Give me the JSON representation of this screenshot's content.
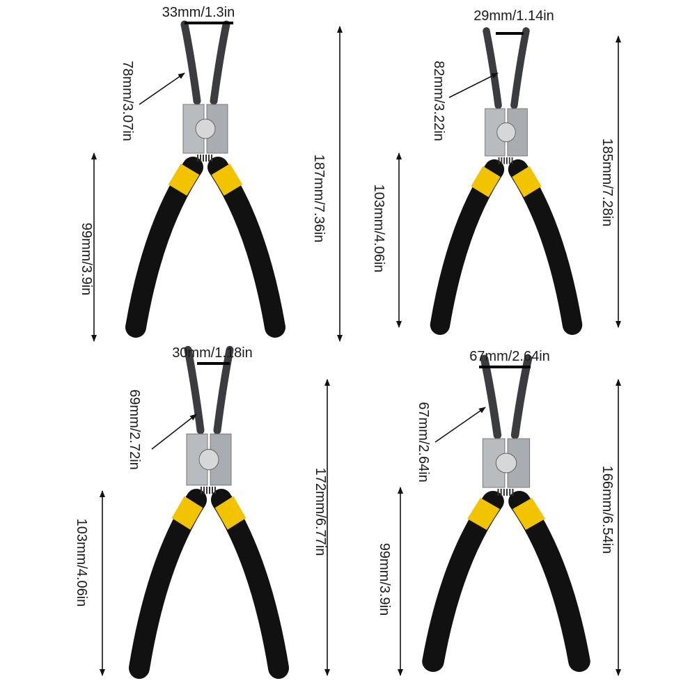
{
  "colors": {
    "handle": "#111111",
    "band": "#f2c400",
    "steel": "#b9bcbf",
    "jaw": "#3a3c3f",
    "text": "#1a1a1a"
  },
  "pliers": [
    {
      "tip_width": "33mm/1.3in",
      "jaw_length": "78mm/3.07in",
      "total_length": "187mm/7.36in",
      "handle_length": "99mm/3.9in",
      "tip_style": "straight"
    },
    {
      "tip_width": "29mm/1.14in",
      "jaw_length": "82mm/3.22in",
      "total_length": "185mm/7.28in",
      "handle_length": "103mm/4.06in",
      "tip_style": "straight"
    },
    {
      "tip_width": "30mm/1.18in",
      "jaw_length": "69mm/2.72in",
      "total_length": "172mm/6.77in",
      "handle_length": "103mm/4.06in",
      "tip_style": "bent"
    },
    {
      "tip_width": "67mm/2.64in",
      "jaw_length": "67mm/2.64in",
      "total_length": "166mm/6.54in",
      "handle_length": "99mm/3.9in",
      "tip_style": "straight"
    }
  ]
}
